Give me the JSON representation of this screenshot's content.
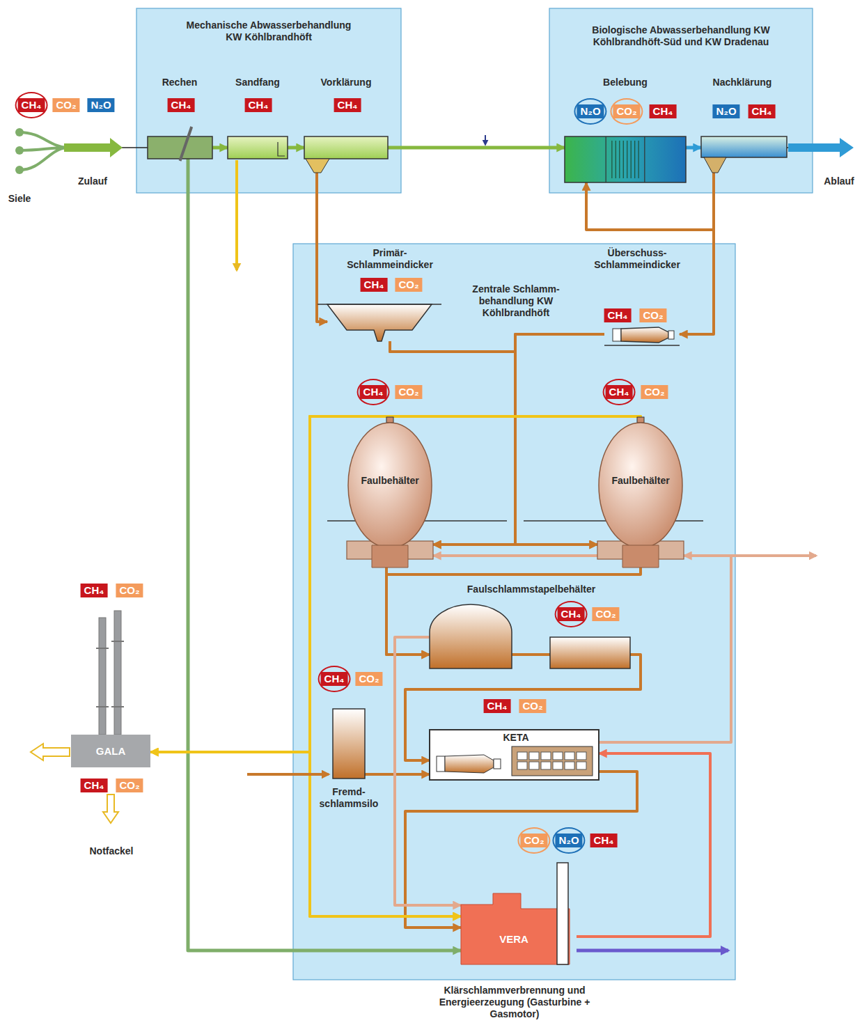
{
  "diagram": {
    "nodes": [
      {
        "text": [
          "Mechanische Abwasserbehandlung KW Köhlbrandhöft"
        ]
      },
      {
        "text": [
          "Rechen"
        ],
        "in": 0
      },
      {
        "text": [
          "Sandfang"
        ],
        "in": 0
      },
      {
        "text": [
          "Vorklärung"
        ],
        "in": 0
      },
      {
        "text": [
          "Biologische Abwasserbehandlung KW Köhlbrandhöft-Süd und KW Dradenau"
        ]
      },
      {
        "text": [
          "Belebung"
        ],
        "in": 4
      },
      {
        "text": [
          "Nachklärung"
        ],
        "in": 4
      },
      {
        "text": [
          "Zentrale Schlamm- behandlung KW Köhlbrandhöft",
          "Klärschlammverbrennung und Energieerzeugung (Gasturbine + Gasmotor)"
        ]
      },
      {
        "text": [
          "Primär- Schlammeindicker"
        ],
        "in": 7
      },
      {
        "text": [
          "Überschuss- Schlammeindicker"
        ],
        "in": 7
      },
      {
        "text": [
          "Faulbehälter"
        ],
        "in": 7
      },
      {
        "text": [
          "Faulbehälter"
        ],
        "in": 7
      },
      {
        "text": [
          "Faulschlammstapelbehälter"
        ],
        "in": 7
      },
      {
        "text": [
          "Fremd- schlammsilo"
        ],
        "in": 7
      },
      {
        "text": [
          "KETA"
        ],
        "in": 7
      },
      {
        "text": [
          "VERA"
        ],
        "in": 7
      },
      {
        "text": [
          "GALA"
        ]
      }
    ],
    "edges": [
      {
        "from": 1,
        "to": 2,
        "arrow": "to"
      },
      {
        "from": 2,
        "to": 3,
        "arrow": "to"
      },
      {
        "from": 3,
        "to": 5,
        "arrow": "to"
      },
      {
        "from": 5,
        "to": 6,
        "arrow": "to"
      },
      {
        "from": 6,
        "to": 5,
        "arrow": "to"
      },
      {
        "from": 3,
        "to": 8,
        "arrow": "to"
      },
      {
        "from": 6,
        "to": 9,
        "arrow": "to"
      },
      {
        "from": 8,
        "to": 10,
        "arrow": "to"
      },
      {
        "from": 8,
        "to": 11,
        "arrow": "to"
      },
      {
        "from": 9,
        "to": 10,
        "arrow": "to"
      },
      {
        "from": 9,
        "to": 11,
        "arrow": "to"
      },
      {
        "from": 10,
        "to": 12,
        "arrow": "to"
      },
      {
        "from": 11,
        "to": 12,
        "arrow": "to"
      },
      {
        "from": 12,
        "to": 14,
        "arrow": "to"
      },
      {
        "from": 13,
        "to": 14,
        "arrow": "to"
      },
      {
        "from": 14,
        "to": 15,
        "arrow": "to"
      },
      {
        "from": 15,
        "to": 14,
        "arrow": "to"
      },
      {
        "from": 14,
        "to": 11,
        "arrow": "to"
      },
      {
        "from": 11,
        "to": 10,
        "arrow": "to"
      },
      {
        "from": 1,
        "to": 15,
        "arrow": "to"
      },
      {
        "from": 10,
        "to": 16,
        "arrow": "to"
      },
      {
        "from": 11,
        "to": 16,
        "arrow": "to"
      },
      {
        "from": 10,
        "to": 15,
        "arrow": "to"
      },
      {
        "from": 11,
        "to": 15,
        "arrow": "to"
      },
      {
        "from": 12,
        "to": 15,
        "arrow": "to"
      }
    ],
    "labels": [
      "CH₄",
      "CO₂",
      "N₂O",
      "Siele",
      "Zulauf",
      "CH₄",
      "CH₄",
      "CH₄",
      "N₂O",
      "CO₂",
      "CH₄",
      "N₂O",
      "CH₄",
      "Ablauf",
      "CH₄",
      "CO₂",
      "CH₄",
      "CO₂",
      "CH₄",
      "CO₂",
      "CH₄",
      "CO₂",
      "CH₄",
      "CO₂",
      "CH₄",
      "CO₂",
      "CH₄",
      "CO₂",
      "CH₄",
      "CO₂",
      "CH₄",
      "CO₂",
      "Notfackel",
      "CO₂",
      "N₂O",
      "CH₄"
    ]
  }
}
